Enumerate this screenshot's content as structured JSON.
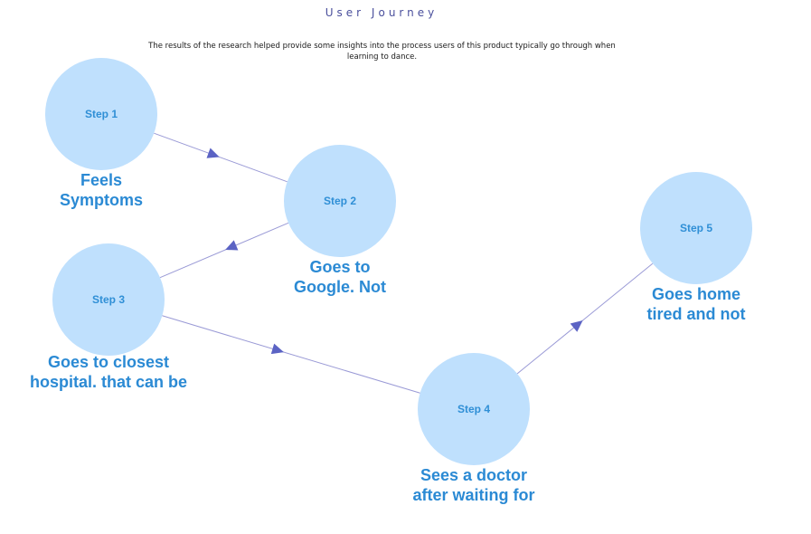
{
  "page": {
    "title": "User Journey",
    "subtitle": "The results of the research helped provide some insights into the process users of this product typically go through when learning to dance."
  },
  "colors": {
    "node_fill": "#bfe0fd",
    "node_label": "#2f8fd6",
    "caption": "#2b8ad4",
    "connector": "#9a9ad6",
    "arrowhead": "#5b63c4",
    "title": "#4a4f9c"
  },
  "steps": [
    {
      "id": "step-1",
      "label": "Step 1",
      "caption_lines": [
        "Feels",
        "Symptoms"
      ]
    },
    {
      "id": "step-2",
      "label": "Step 2",
      "caption_lines": [
        "Goes to",
        "Google. Not"
      ]
    },
    {
      "id": "step-3",
      "label": "Step 3",
      "caption_lines": [
        "Goes to closest",
        "hospital. that can be"
      ]
    },
    {
      "id": "step-4",
      "label": "Step 4",
      "caption_lines": [
        "Sees a doctor",
        "after waiting for"
      ]
    },
    {
      "id": "step-5",
      "label": "Step 5",
      "caption_lines": [
        "Goes home",
        "tired and not"
      ]
    }
  ],
  "connections": [
    {
      "from": "step-1",
      "to": "step-2"
    },
    {
      "from": "step-2",
      "to": "step-3"
    },
    {
      "from": "step-3",
      "to": "step-4"
    },
    {
      "from": "step-4",
      "to": "step-5"
    }
  ]
}
